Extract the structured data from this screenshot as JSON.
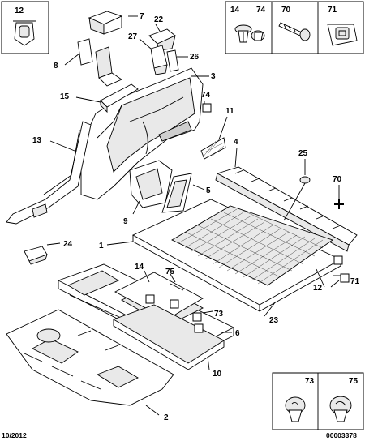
{
  "footer": {
    "date": "10/2012",
    "reference": "00003378"
  },
  "inset_top_left": {
    "label": "12"
  },
  "inset_top_right": {
    "labels": [
      "14",
      "74",
      "70",
      "71"
    ]
  },
  "inset_bottom_right": {
    "labels": [
      "73",
      "75"
    ]
  },
  "callouts": {
    "c1": "1",
    "c2": "2",
    "c3": "3",
    "c4": "4",
    "c5": "5",
    "c6": "6",
    "c7": "7",
    "c8": "8",
    "c9": "9",
    "c10": "10",
    "c11": "11",
    "c12": "12",
    "c13": "13",
    "c14": "14",
    "c15": "15",
    "c22": "22",
    "c23": "23",
    "c24": "24",
    "c25": "25",
    "c26": "26",
    "c27": "27",
    "c70": "70",
    "c71": "71",
    "c73": "73",
    "c74": "74",
    "c75": "75"
  }
}
